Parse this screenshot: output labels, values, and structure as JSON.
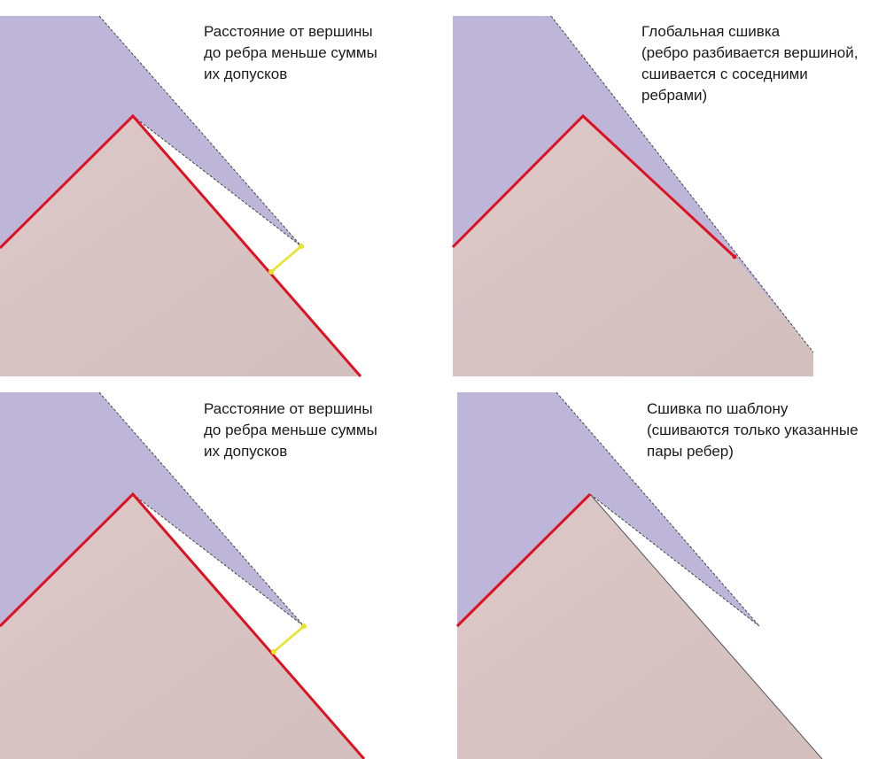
{
  "colors": {
    "blue_surface": "#bdb6d8",
    "pink_surface": "#d8c4c3",
    "edge_red": "#dd1122",
    "gap_yellow": "#e8e22a",
    "dashed_edge": "#444444",
    "background": "#ffffff"
  },
  "panels": [
    {
      "id": "top-left",
      "caption": "Расстояние от вершины\nдо ребра меньше суммы\nих допусков"
    },
    {
      "id": "top-right",
      "caption": "Глобальная сшивка\n(ребро разбивается вершиной,\nсшивается с соседними\nребрами)"
    },
    {
      "id": "bottom-left",
      "caption": "Расстояние от вершины\nдо ребра меньше суммы\nих допусков"
    },
    {
      "id": "bottom-right",
      "caption": "Сшивка по шаблону\n(сшиваются только указанные\nпары ребер)"
    }
  ]
}
